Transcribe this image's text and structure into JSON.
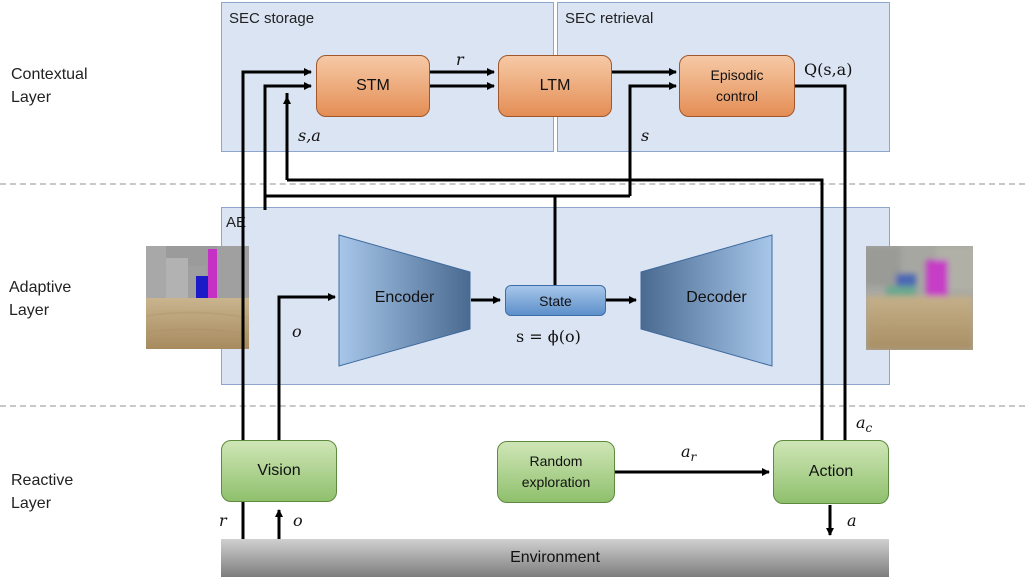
{
  "layers": {
    "contextual": "Contextual\nLayer",
    "adaptive": "Adaptive\nLayer",
    "reactive": "Reactive\nLayer"
  },
  "panels": {
    "sec_storage": "SEC storage",
    "sec_retrieval": "SEC retrieval",
    "ae": "AE"
  },
  "boxes": {
    "stm": "STM",
    "ltm": "LTM",
    "episodic_control": "Episodic\ncontrol",
    "encoder": "Encoder",
    "state": "State",
    "decoder": "Decoder",
    "vision": "Vision",
    "random_exploration": "Random\nexploration",
    "action": "Action",
    "environment": "Environment"
  },
  "labels": {
    "r_top": "r",
    "q_sa": "Q(s,a)",
    "s_a": "s,a",
    "s_retrieval": "s",
    "o_ae": "o",
    "s_phi": "s = ϕ(o)",
    "a_c": "a",
    "a_c_sub": "c",
    "a_r": "a",
    "a_r_sub": "r",
    "r_bottom": "r",
    "o_bottom": "o",
    "a_bottom": "a"
  },
  "colors": {
    "panel": "#dbe4f3",
    "orange_box": "#e48e55",
    "green_box": "#8fc06d",
    "blue_box": "#5d8fca",
    "environment": "#9a9a9a"
  }
}
